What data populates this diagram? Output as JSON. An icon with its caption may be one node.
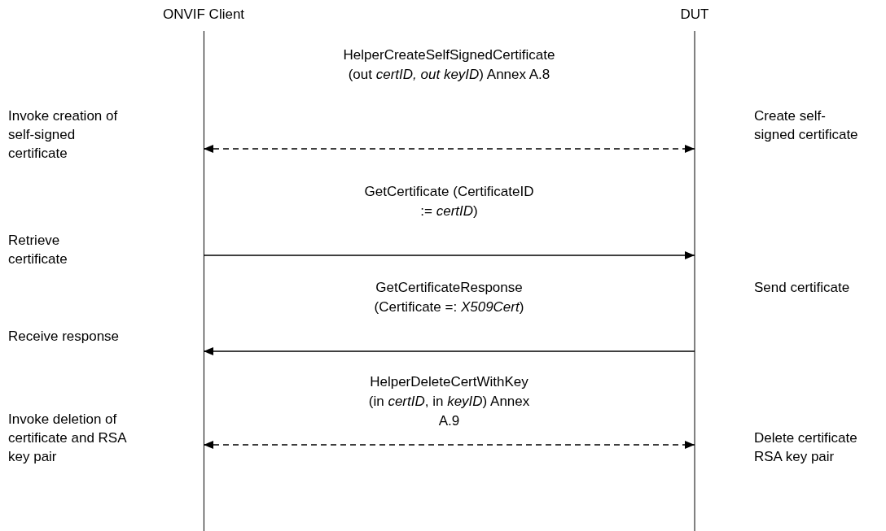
{
  "diagram": {
    "nodes": [
      {
        "text": [
          "ONVIF Client"
        ]
      },
      {
        "text": [
          "DUT"
        ]
      }
    ],
    "edges": [
      {
        "from": 0,
        "to": 1,
        "arrow": "both",
        "style": "dashed",
        "label": "HelperCreateSelfSignedCertificate (out *certID, out keyID*) Annex A.8"
      },
      {
        "from": 0,
        "to": 1,
        "arrow": "to",
        "label": "GetCertificate (CertificateID := *certID*)"
      },
      {
        "from": 1,
        "to": 0,
        "arrow": "to",
        "label": "GetCertificateResponse (Certificate =: *X509Cert*)"
      },
      {
        "from": 0,
        "to": 1,
        "arrow": "both",
        "style": "dashed",
        "label": "HelperDeleteCertWithKey (in *certID*, in *keyID*) Annex A.9"
      }
    ],
    "labels": [
      "Invoke creation of self-signed certificate",
      "Create self-signed certificate",
      "Retrieve certificate",
      "Send certificate",
      "Receive response",
      "Invoke deletion of certificate and RSA key pair",
      "Delete certificate RSA key pair"
    ]
  }
}
